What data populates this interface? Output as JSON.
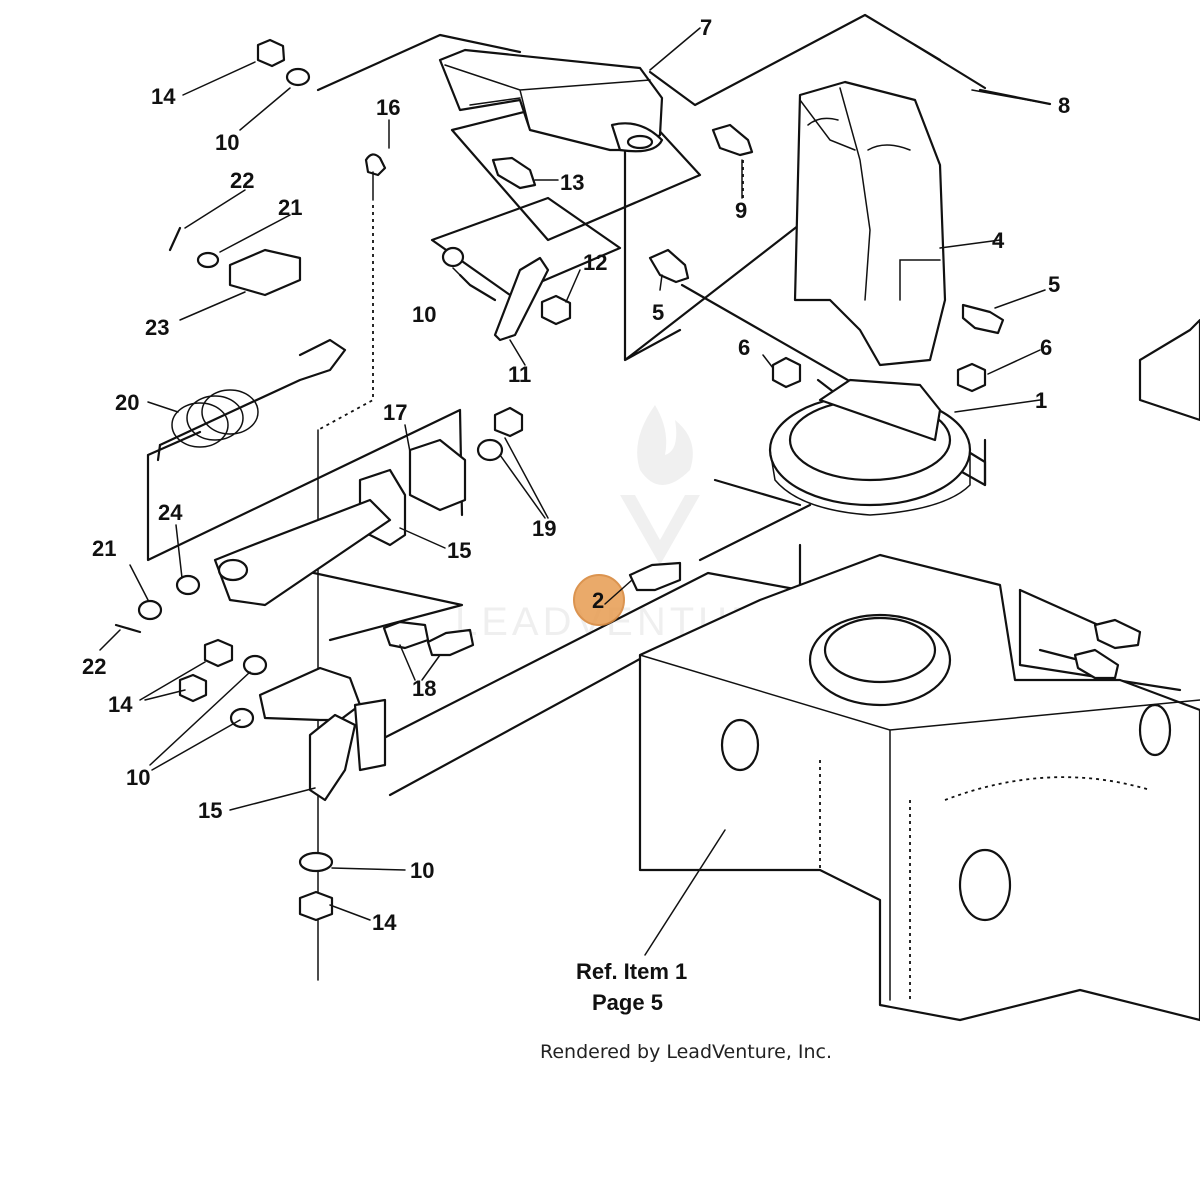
{
  "diagram": {
    "part_labels": {
      "l1": "1",
      "l2": "2",
      "l4": "4",
      "l5a": "5",
      "l5b": "5",
      "l6a": "6",
      "l6b": "6",
      "l7": "7",
      "l8": "8",
      "l9": "9",
      "l10a": "10",
      "l10b": "10",
      "l10c": "10",
      "l10d": "10",
      "l11": "11",
      "l12": "12",
      "l13": "13",
      "l14a": "14",
      "l14b": "14",
      "l14c": "14",
      "l15a": "15",
      "l15b": "15",
      "l16": "16",
      "l17": "17",
      "l18": "18",
      "l19": "19",
      "l20": "20",
      "l21a": "21",
      "l21b": "21",
      "l22a": "22",
      "l22b": "22",
      "l23": "23",
      "l24": "24"
    },
    "reference_note": {
      "line1": "Ref. Item 1",
      "line2": "Page 5"
    },
    "footer": "Rendered by LeadVenture, Inc.",
    "watermark": "LEADVENTURE",
    "highlight": {
      "label": "2",
      "color": "#e8a15a"
    }
  }
}
